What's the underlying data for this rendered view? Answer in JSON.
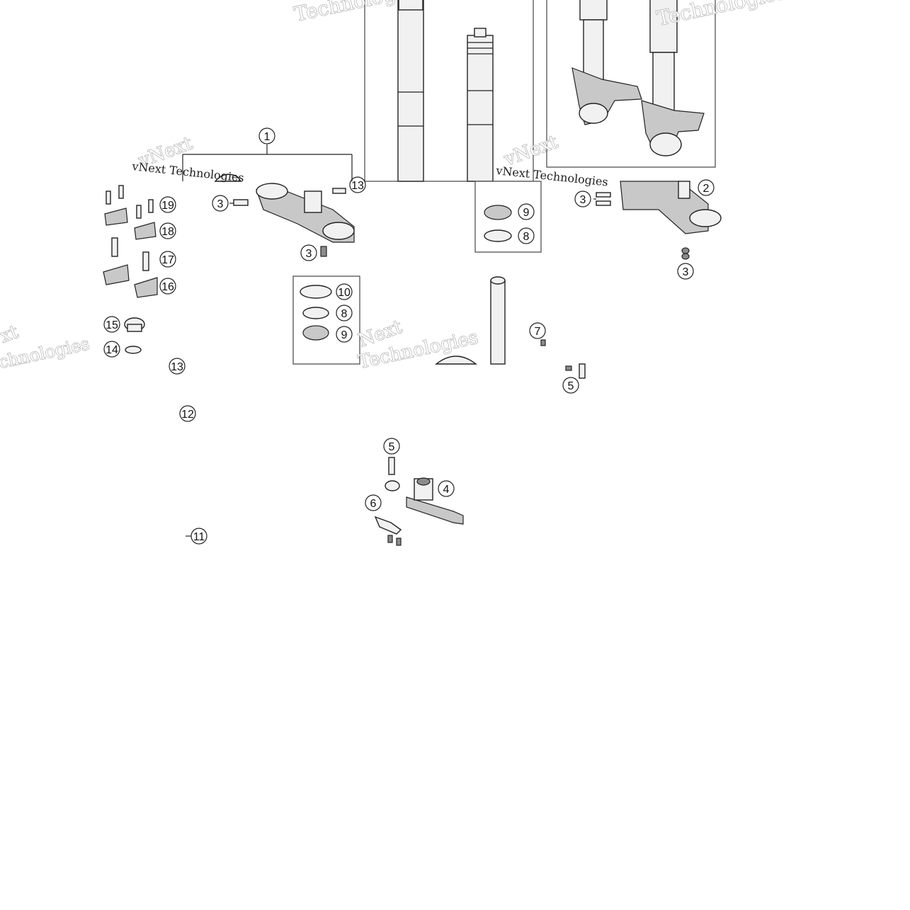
{
  "diagram": {
    "watermarks": [
      {
        "id": "wm-1",
        "text": "Technologies"
      },
      {
        "id": "wm-2",
        "text": "Technologies"
      },
      {
        "id": "wm-3",
        "text": "vNext"
      },
      {
        "id": "wm-4",
        "text": "vNext Technologies"
      },
      {
        "id": "wm-5",
        "text": "vNext"
      },
      {
        "id": "wm-6",
        "text": "vNext Technologies"
      },
      {
        "id": "wm-7",
        "text": "Next"
      },
      {
        "id": "wm-8",
        "text": "Technologies"
      },
      {
        "id": "wm-9",
        "text": "xt"
      },
      {
        "id": "wm-10",
        "text": "chnologies"
      }
    ],
    "callouts": [
      {
        "id": "c-1",
        "label": "1"
      },
      {
        "id": "c-13a",
        "label": "13"
      },
      {
        "id": "c-19",
        "label": "19"
      },
      {
        "id": "c-18",
        "label": "18"
      },
      {
        "id": "c-17",
        "label": "17"
      },
      {
        "id": "c-16",
        "label": "16"
      },
      {
        "id": "c-15",
        "label": "15"
      },
      {
        "id": "c-14",
        "label": "14"
      },
      {
        "id": "c-3a",
        "label": "3"
      },
      {
        "id": "c-3b",
        "label": "3"
      },
      {
        "id": "c-10",
        "label": "10"
      },
      {
        "id": "c-8a",
        "label": "8"
      },
      {
        "id": "c-9a",
        "label": "9"
      },
      {
        "id": "c-9b",
        "label": "9"
      },
      {
        "id": "c-8b",
        "label": "8"
      },
      {
        "id": "c-2",
        "label": "2"
      },
      {
        "id": "c-3c",
        "label": "3"
      },
      {
        "id": "c-3d",
        "label": "3"
      },
      {
        "id": "c-7",
        "label": "7"
      },
      {
        "id": "c-5a",
        "label": "5"
      },
      {
        "id": "c-13b",
        "label": "13"
      },
      {
        "id": "c-12",
        "label": "12"
      },
      {
        "id": "c-11",
        "label": "11"
      },
      {
        "id": "c-5b",
        "label": "5"
      },
      {
        "id": "c-4",
        "label": "4"
      },
      {
        "id": "c-6",
        "label": "6"
      }
    ]
  }
}
